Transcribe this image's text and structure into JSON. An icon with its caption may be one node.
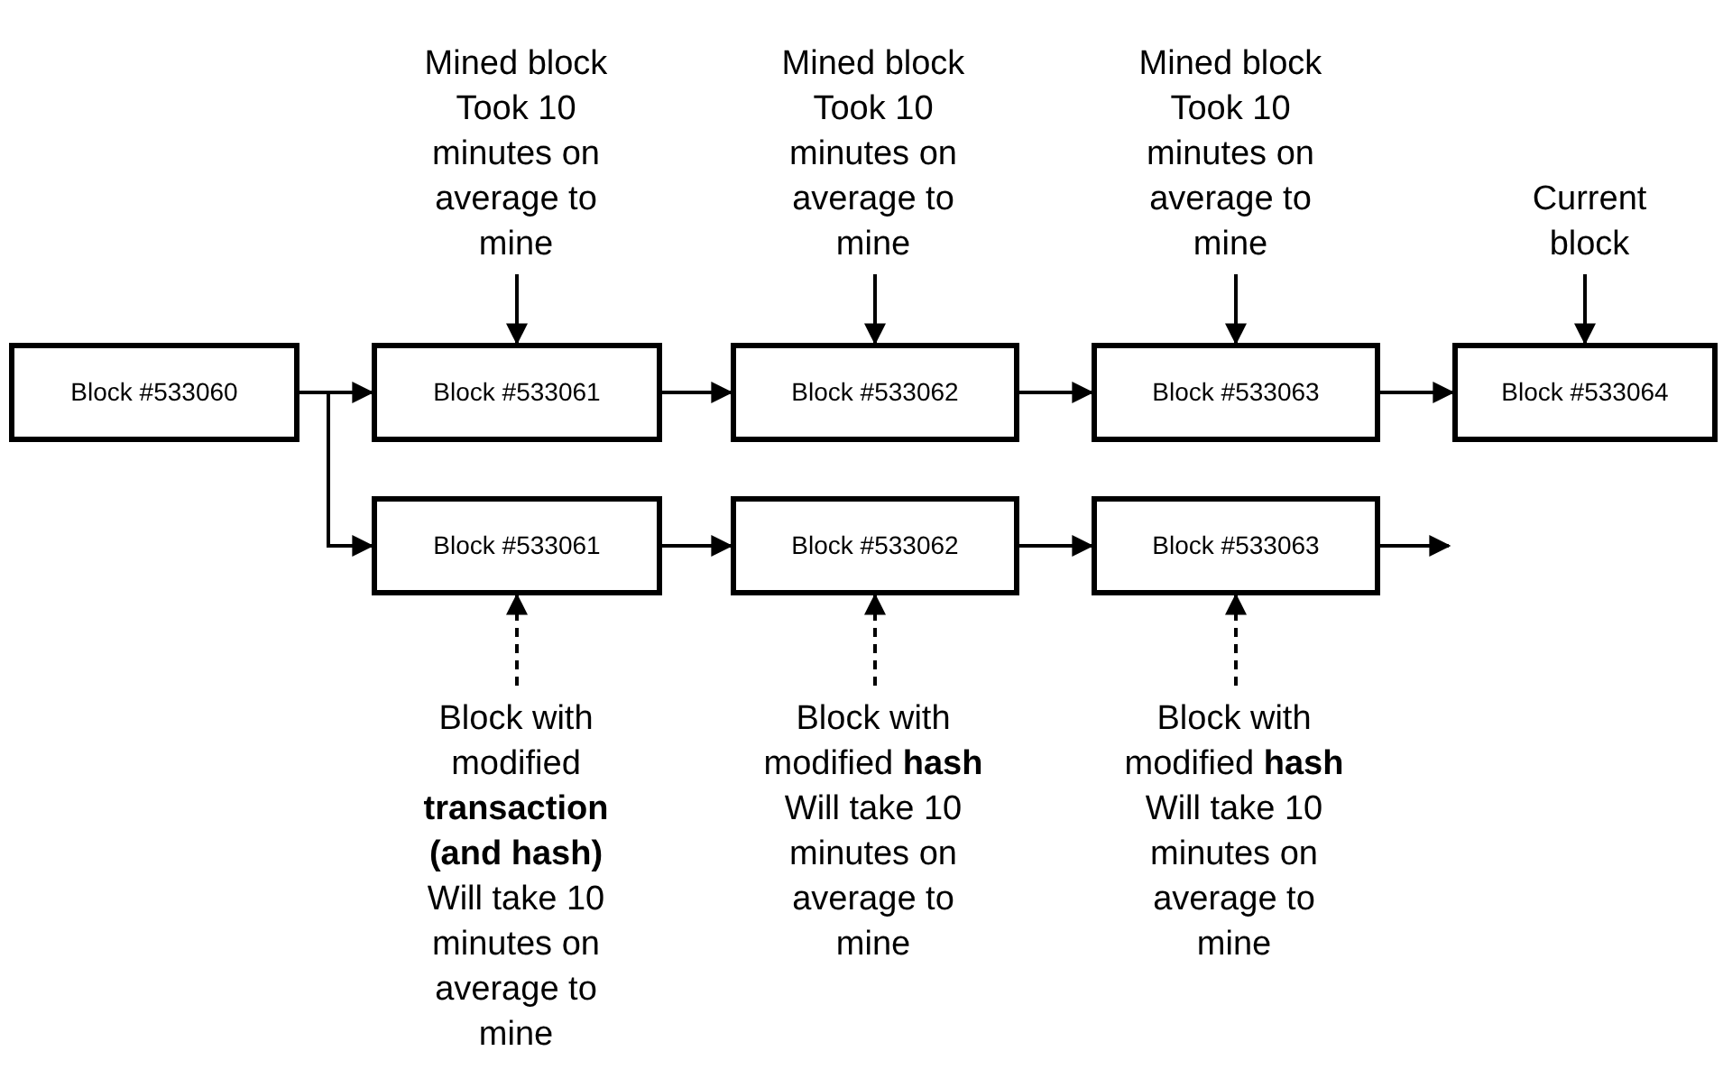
{
  "diagram": {
    "nodes": [
      {
        "text": [
          "Block #533060"
        ]
      },
      {
        "text": [
          "Block #533061"
        ]
      },
      {
        "text": [
          "Block #533062"
        ]
      },
      {
        "text": [
          "Block #533063"
        ]
      },
      {
        "text": [
          "Block #533064"
        ]
      },
      {
        "text": [
          "Block #533061"
        ]
      },
      {
        "text": [
          "Block #533062"
        ]
      },
      {
        "text": [
          "Block #533063"
        ]
      },
      {
        "text": [
          "Mined block Took 10 minutes on average to mine"
        ]
      },
      {
        "text": [
          "Mined block Took 10 minutes on average to mine"
        ]
      },
      {
        "text": [
          "Mined block Took 10 minutes on average to mine"
        ]
      },
      {
        "text": [
          "Current block"
        ]
      },
      {
        "text": [
          "Block with modified **transaction (and hash)** Will take 10 minutes on average to mine"
        ]
      },
      {
        "text": [
          "Block with modified **hash** Will take 10 minutes on average to mine"
        ]
      },
      {
        "text": [
          "Block with modified **hash** Will take 10 minutes on average to mine"
        ]
      }
    ],
    "edges": [
      {
        "from": 0,
        "to": 1,
        "arrow": "to"
      },
      {
        "from": 1,
        "to": 2,
        "arrow": "to"
      },
      {
        "from": 2,
        "to": 3,
        "arrow": "to"
      },
      {
        "from": 3,
        "to": 4,
        "arrow": "to"
      },
      {
        "from": 0,
        "to": 5,
        "arrow": "to"
      },
      {
        "from": 5,
        "to": 6,
        "arrow": "to"
      },
      {
        "from": 6,
        "to": 7,
        "arrow": "to"
      },
      {
        "from": 7,
        "to": null,
        "arrow": "to"
      },
      {
        "from": 8,
        "to": 1,
        "arrow": "to"
      },
      {
        "from": 9,
        "to": 2,
        "arrow": "to"
      },
      {
        "from": 10,
        "to": 3,
        "arrow": "to"
      },
      {
        "from": 11,
        "to": 4,
        "arrow": "to"
      },
      {
        "from": 12,
        "to": 5,
        "arrow": "to",
        "style": "dashed"
      },
      {
        "from": 13,
        "to": 6,
        "arrow": "to",
        "style": "dashed"
      },
      {
        "from": 14,
        "to": 7,
        "arrow": "to",
        "style": "dashed"
      }
    ]
  }
}
